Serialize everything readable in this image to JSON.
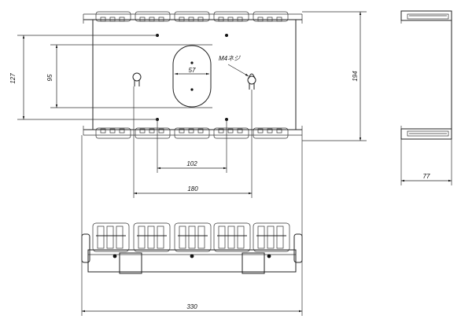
{
  "dimensions": {
    "d127": "127",
    "d95": "95",
    "d57": "57",
    "d194": "194",
    "d102": "102",
    "d180": "180",
    "d77": "77",
    "d330": "330"
  },
  "annotations": {
    "screw": "M4ネジ"
  }
}
